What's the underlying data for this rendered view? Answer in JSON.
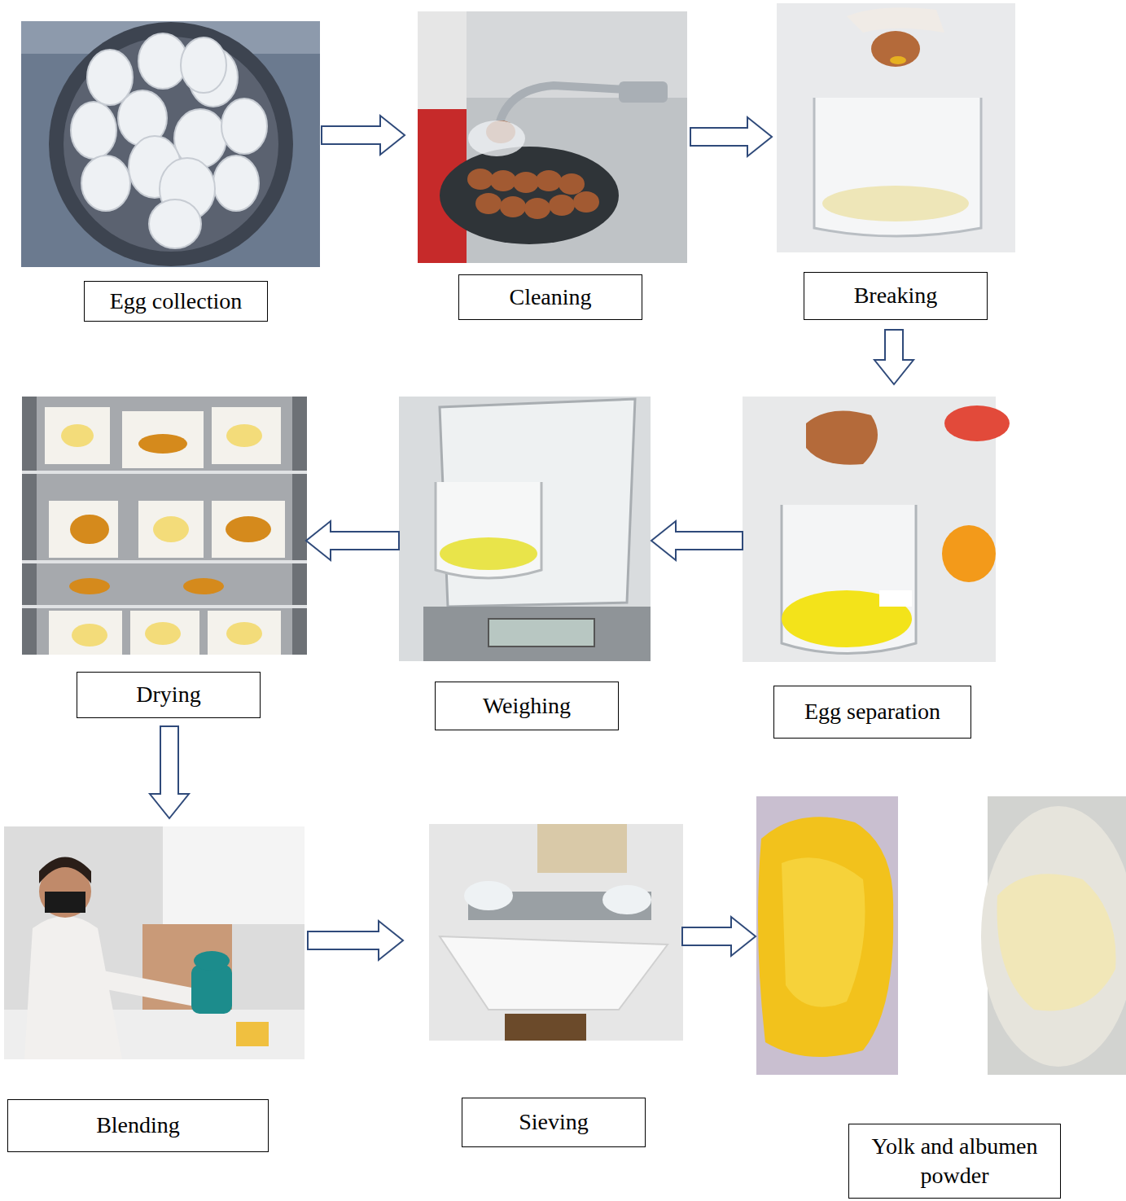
{
  "diagram": {
    "nodes": [
      {
        "text": [
          "Egg collection"
        ]
      },
      {
        "text": [
          "Cleaning"
        ]
      },
      {
        "text": [
          "Breaking"
        ]
      },
      {
        "text": [
          "Drying"
        ]
      },
      {
        "text": [
          "Weighing"
        ]
      },
      {
        "text": [
          "Egg separation"
        ]
      },
      {
        "text": [
          "Blending"
        ]
      },
      {
        "text": [
          "Sieving"
        ]
      },
      {
        "text": [
          "Yolk and albumen powder"
        ]
      }
    ],
    "edges": [
      {
        "from": 0,
        "to": 1,
        "arrow": "to"
      },
      {
        "from": 1,
        "to": 2,
        "arrow": "to"
      },
      {
        "from": 2,
        "to": 5,
        "arrow": "to"
      },
      {
        "from": 5,
        "to": 4,
        "arrow": "to"
      },
      {
        "from": 4,
        "to": 3,
        "arrow": "to"
      },
      {
        "from": 3,
        "to": 6,
        "arrow": "to"
      },
      {
        "from": 6,
        "to": 7,
        "arrow": "to"
      },
      {
        "from": 7,
        "to": 8,
        "arrow": "to"
      }
    ]
  }
}
